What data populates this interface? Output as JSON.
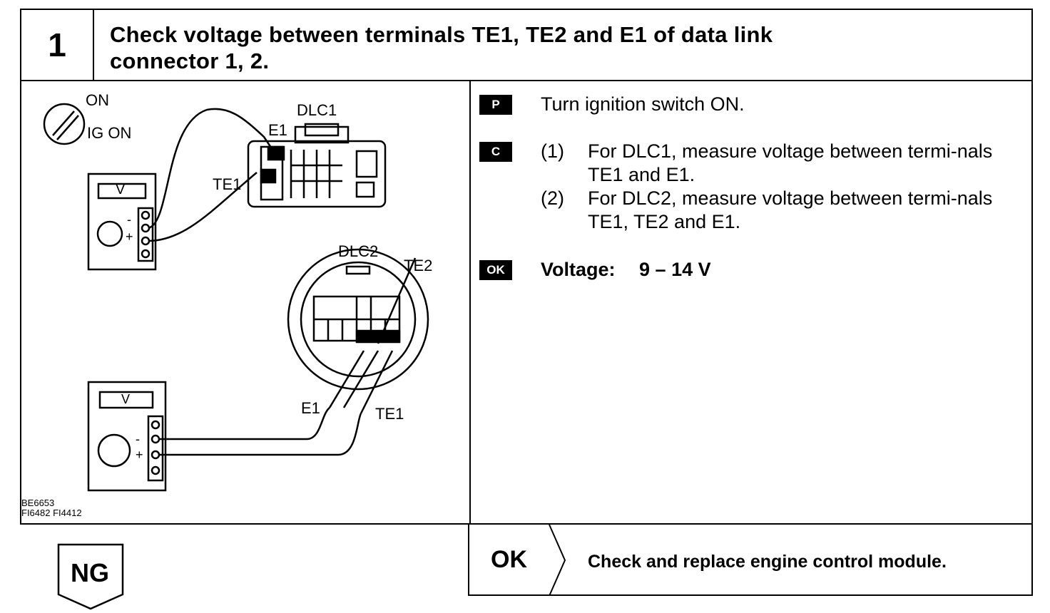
{
  "step": {
    "number": "1",
    "title_line1": "Check voltage between terminals TE1, TE2 and E1 of data link",
    "title_line2": "connector 1, 2."
  },
  "diagram": {
    "ignition_on": "ON",
    "ignition_label": "IG ON",
    "dlc1": "DLC1",
    "dlc1_e1": "E1",
    "dlc1_te1": "TE1",
    "meter_v": "V",
    "minus": "-",
    "plus": "+",
    "dlc2": "DLC2",
    "dlc2_te2": "TE2",
    "dlc2_e1": "E1",
    "dlc2_te1": "TE1",
    "code_line1": "BE6653",
    "code_line2": "FI6482 FI4412"
  },
  "instructions": {
    "p_badge": "P",
    "p_text": "Turn ignition switch ON.",
    "c_badge": "C",
    "c_items": [
      {
        "num": "(1)",
        "text": "For DLC1, measure voltage between termi-nals TE1 and E1."
      },
      {
        "num": "(2)",
        "text": "For DLC2, measure voltage between termi-nals TE1, TE2 and E1."
      }
    ],
    "ok_badge": "OK",
    "ok_label": "Voltage:",
    "ok_value": "9 – 14 V"
  },
  "result_ok": {
    "label": "OK",
    "text": "Check and replace engine control module."
  },
  "result_ng": {
    "label": "NG"
  }
}
